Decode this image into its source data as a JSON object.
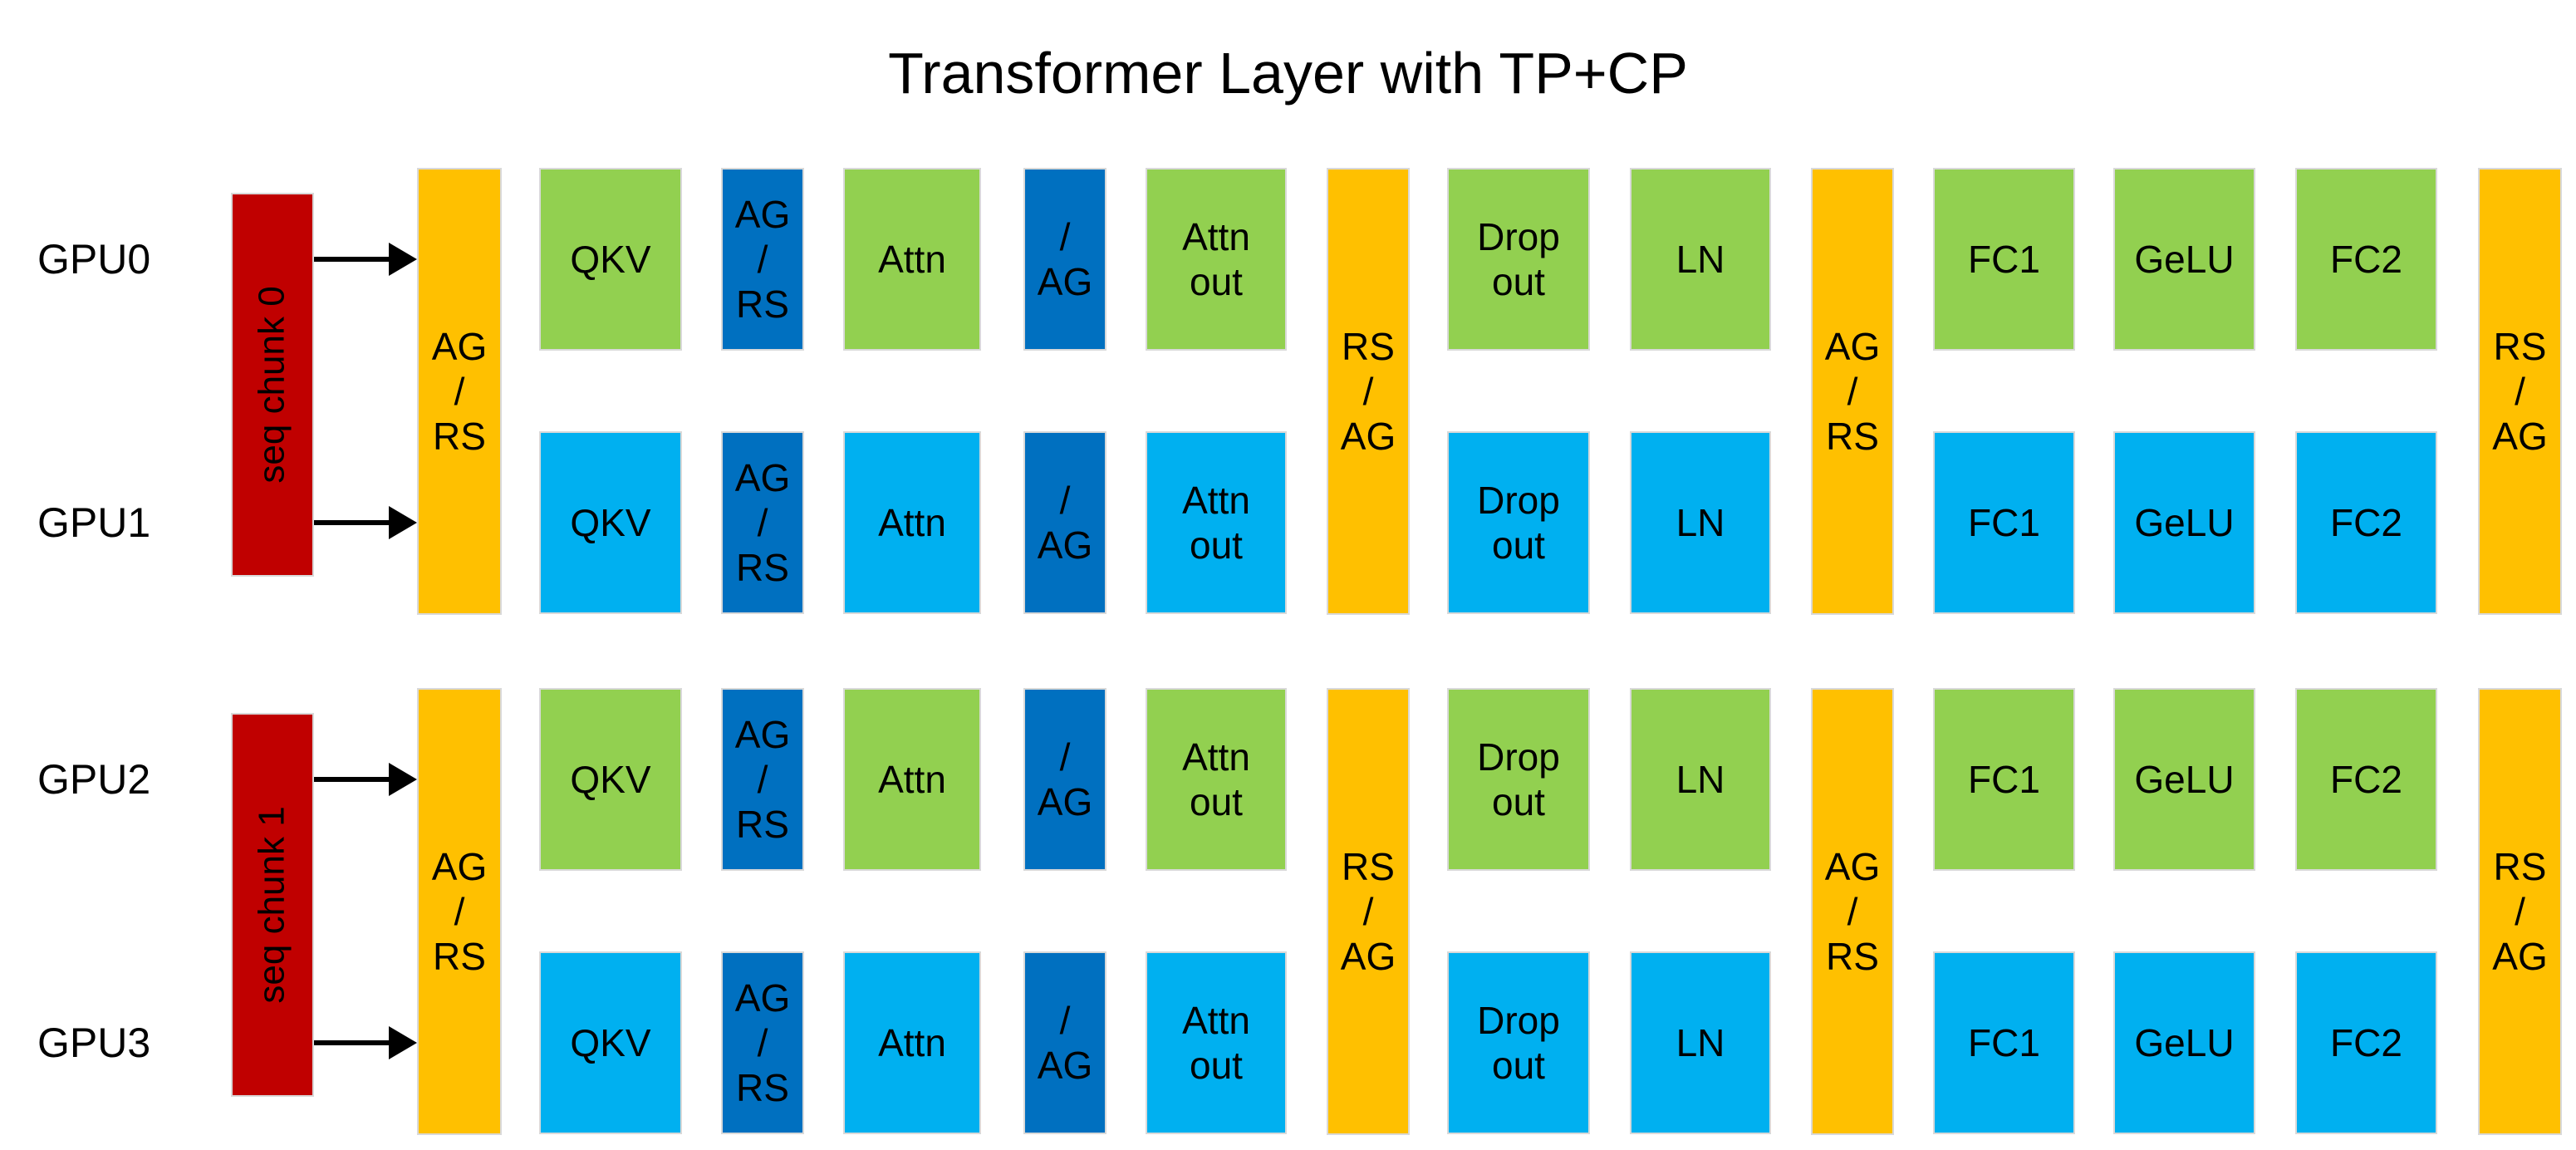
{
  "diagram": {
    "title": "Transformer Layer with TP+CP",
    "colors": {
      "seq_chunk_red": "#C00000",
      "comm_bar_orange": "#FFC000",
      "row_top_green": "#92D050",
      "row_bottom_cyan": "#00B0F0",
      "comm_block_blue": "#0070C0",
      "text": "#000000",
      "block_border": "#D9D9D9",
      "background": "#FFFFFF"
    },
    "groups": [
      {
        "gpu_labels": [
          "GPU0",
          "GPU1"
        ],
        "seq_chunk": "seq chunk 0",
        "comm_bars": [
          {
            "label": "AG\n/\nRS"
          },
          {
            "label": "RS\n/\nAG"
          },
          {
            "label": "AG\n/\nRS"
          },
          {
            "label": "RS\n/\nAG"
          }
        ],
        "op_columns": [
          {
            "label": "QKV",
            "comm": false
          },
          {
            "label": "AG\n/\nRS",
            "comm": true
          },
          {
            "label": "Attn",
            "comm": false
          },
          {
            "label": "/\nAG",
            "comm": true
          },
          {
            "label": "Attn\nout",
            "comm": false
          },
          {
            "label": "Drop\nout",
            "comm": false
          },
          {
            "label": "LN",
            "comm": false
          },
          {
            "label": "FC1",
            "comm": false
          },
          {
            "label": "GeLU",
            "comm": false
          },
          {
            "label": "FC2",
            "comm": false
          }
        ]
      },
      {
        "gpu_labels": [
          "GPU2",
          "GPU3"
        ],
        "seq_chunk": "seq chunk 1",
        "comm_bars": [
          {
            "label": "AG\n/\nRS"
          },
          {
            "label": "RS\n/\nAG"
          },
          {
            "label": "AG\n/\nRS"
          },
          {
            "label": "RS\n/\nAG"
          }
        ],
        "op_columns": [
          {
            "label": "QKV",
            "comm": false
          },
          {
            "label": "AG\n/\nRS",
            "comm": true
          },
          {
            "label": "Attn",
            "comm": false
          },
          {
            "label": "/\nAG",
            "comm": true
          },
          {
            "label": "Attn\nout",
            "comm": false
          },
          {
            "label": "Drop\nout",
            "comm": false
          },
          {
            "label": "LN",
            "comm": false
          },
          {
            "label": "FC1",
            "comm": false
          },
          {
            "label": "GeLU",
            "comm": false
          },
          {
            "label": "FC2",
            "comm": false
          }
        ]
      }
    ]
  }
}
